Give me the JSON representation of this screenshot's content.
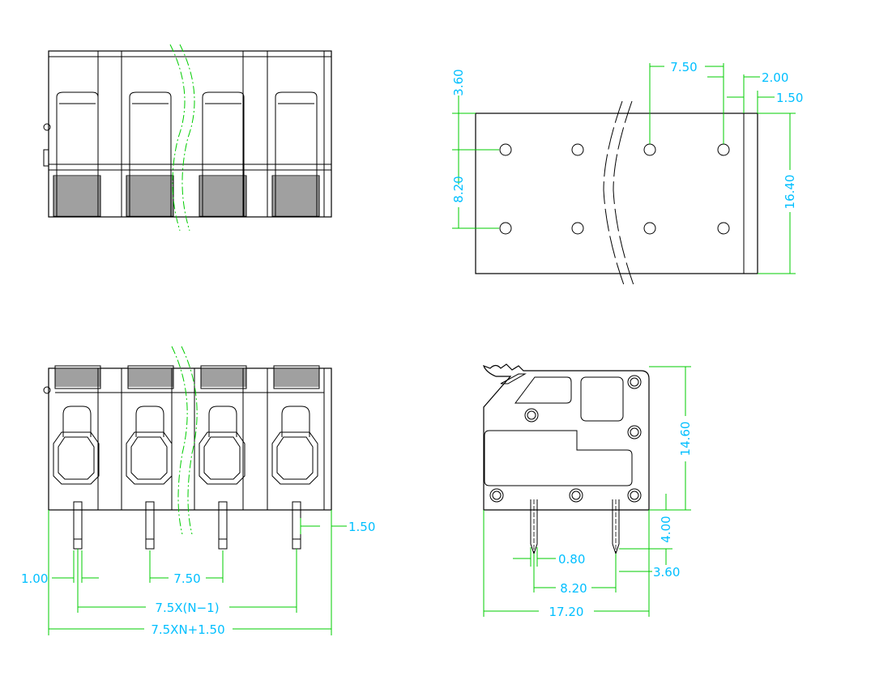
{
  "colors": {
    "dimension_lines": "#00cc00",
    "dimension_text": "#00bfff",
    "outline": "#000000",
    "background": "#ffffff"
  },
  "top_view": {
    "pitch": "7.50",
    "edge_offset_a": "2.00",
    "edge_offset_b": "1.50",
    "hole_offset": "3.60",
    "row_spacing": "8.20",
    "depth": "16.40"
  },
  "front_view": {
    "pin_width": "1.00",
    "pitch": "7.50",
    "end_offset": "1.50",
    "inner_span": "7.5X(N−1)",
    "overall_length": "7.5XN+1.50"
  },
  "side_view": {
    "height": "14.60",
    "pin_length": "4.00",
    "pin_thickness": "0.80",
    "pin_spacing": "8.20",
    "pin_offset": "3.60",
    "overall_depth": "17.20"
  }
}
